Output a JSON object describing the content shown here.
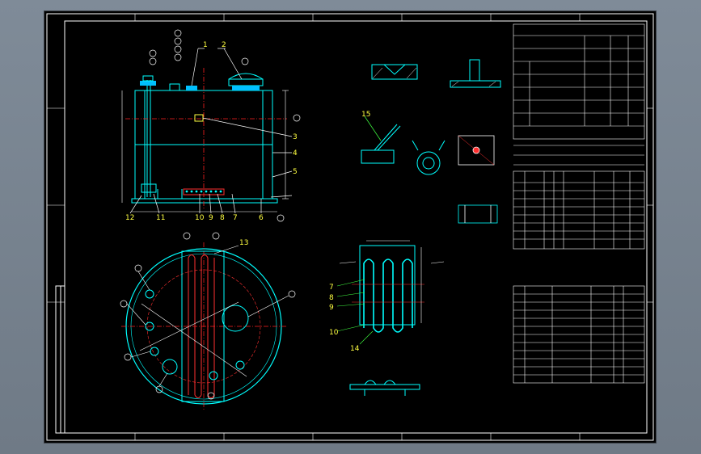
{
  "app": {
    "title": "",
    "background": "#7c8794",
    "sheet_color": "#000000"
  },
  "colors": {
    "frame": "#ffffff",
    "vessel": "#00ffff",
    "centerline": "#ff2020",
    "coil": "#ff3030",
    "leader_green": "#40ff40",
    "label_yellow": "#ffff40",
    "nozzle_fill": "#00c0ff"
  },
  "callouts": {
    "front": {
      "top": [
        "1",
        "2"
      ],
      "right": [
        "3",
        "4",
        "5"
      ],
      "bottom": [
        "12",
        "11",
        "10",
        "9",
        "8",
        "7",
        "6"
      ]
    },
    "plan": {
      "top": [
        "13"
      ]
    },
    "coil": {
      "left": [
        "7",
        "8",
        "9",
        "10",
        "14"
      ]
    },
    "bracket": {
      "label": "15"
    }
  },
  "icons": {
    "nozzle": "nozzle-icon",
    "manhole": "manhole-icon",
    "section": "section-cut-icon"
  }
}
